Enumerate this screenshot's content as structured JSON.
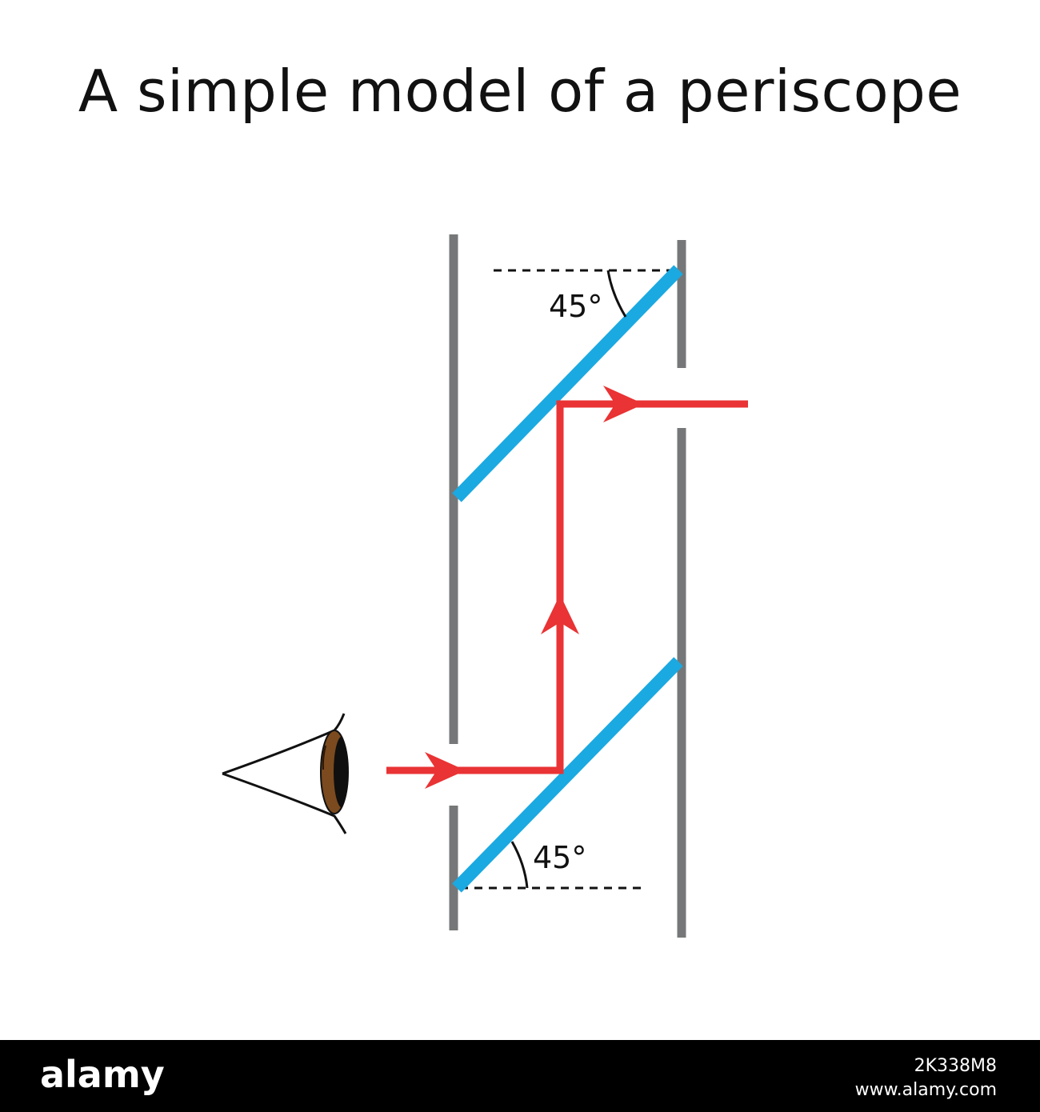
{
  "title": "A simple model of a periscope",
  "angles": {
    "top": "45°",
    "bottom": "45°"
  },
  "colors": {
    "tube": "#767778",
    "mirror": "#1ba9e1",
    "ray": "#e93334",
    "eye_iris": "#7b4a1e",
    "text": "#111111"
  },
  "footer": {
    "logo": "alamy",
    "image_id": "2K338M8",
    "site": "www.alamy.com"
  }
}
